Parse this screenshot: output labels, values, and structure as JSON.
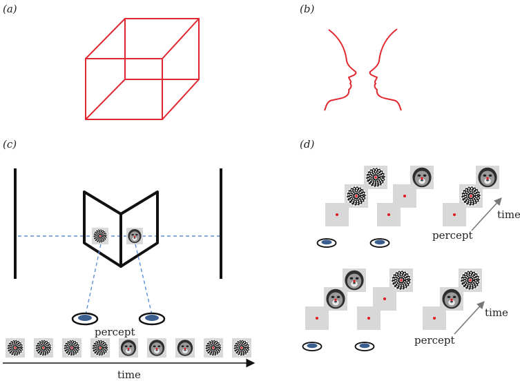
{
  "panels": {
    "a": {
      "label": "(a)"
    },
    "b": {
      "label": "(b)"
    },
    "c": {
      "label": "(c)",
      "percept_label": "percept",
      "time_label": "time"
    },
    "d": {
      "label": "(d)",
      "top": {
        "percept_label": "percept",
        "time_label": "time"
      },
      "bottom": {
        "percept_label": "percept",
        "time_label": "time"
      }
    }
  },
  "colors": {
    "ambiguous_figure": "#e0262e",
    "stereoscope_frame": "#111111",
    "sight_line": "#5b8fd6",
    "fixation_dot": "#e31b23",
    "eye_iris": "#3a5f8f",
    "card_gray": "#d8d8d8"
  },
  "stimulus_icons": {
    "checkerboard": "checkerboard-icon",
    "face": "face-icon",
    "blank": "blank-fixation-icon",
    "eye": "eye-icon"
  },
  "time_strip_sequence": [
    "checkerboard",
    "checkerboard",
    "checkerboard",
    "checkerboard",
    "face",
    "face",
    "face",
    "checkerboard",
    "checkerboard"
  ]
}
